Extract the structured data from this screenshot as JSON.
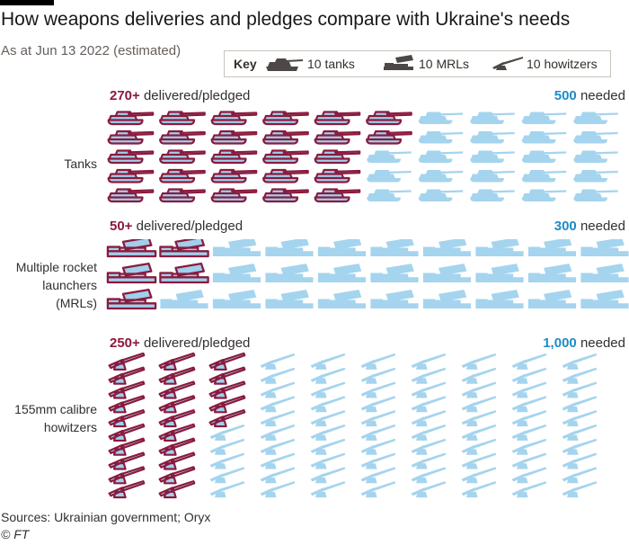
{
  "title": "How weapons deliveries and pledges compare with Ukraine's needs",
  "subtitle": "As at Jun 13 2022 (estimated)",
  "key": {
    "label": "Key",
    "items": [
      {
        "icon": "tank-icon",
        "text": "10 tanks"
      },
      {
        "icon": "mrl-icon",
        "text": "10 MRLs"
      },
      {
        "icon": "howitzer-icon",
        "text": "10 howitzers"
      }
    ]
  },
  "colors": {
    "delivered_fill": "#9fd0ec",
    "delivered_outline": "#8b1a3d",
    "needed_fill": "#a5d4ee",
    "delivered_text": "#8b1a3d",
    "needed_text": "#1e8ac9"
  },
  "chart_data": [
    {
      "type": "pictogram",
      "category": "Tanks",
      "unit_per_icon": 10,
      "delivered_pledged": 270,
      "delivered_number": "270+",
      "delivered_label": "delivered/pledged",
      "needed": 500,
      "needed_number": "500",
      "needed_label": "needed"
    },
    {
      "type": "pictogram",
      "category": "Multiple rocket launchers (MRLs)",
      "category_lines": [
        "Multiple rocket",
        "launchers",
        "(MRLs)"
      ],
      "unit_per_icon": 10,
      "delivered_pledged": 50,
      "delivered_number": "50+",
      "delivered_label": "delivered/pledged",
      "needed": 300,
      "needed_number": "300",
      "needed_label": "needed"
    },
    {
      "type": "pictogram",
      "category": "155mm calibre howitzers",
      "category_lines": [
        "155mm calibre",
        "howitzers"
      ],
      "unit_per_icon": 10,
      "delivered_pledged": 250,
      "delivered_number": "250+",
      "delivered_label": "delivered/pledged",
      "needed": 1000,
      "needed_number": "1,000",
      "needed_label": "needed"
    }
  ],
  "source": "Sources: Ukrainian government; Oryx",
  "credit": "© FT"
}
